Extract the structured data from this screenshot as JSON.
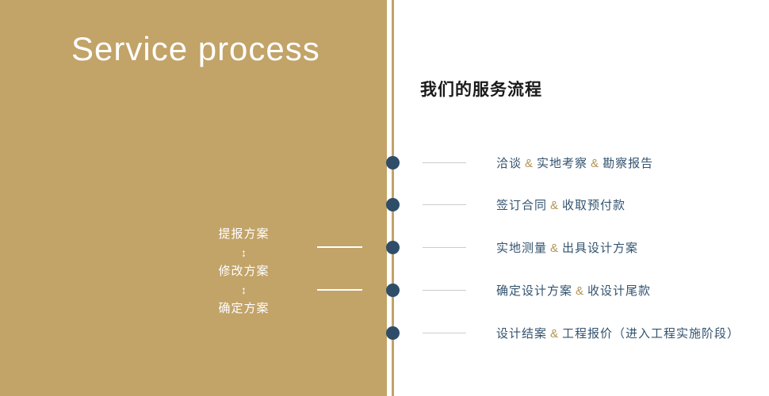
{
  "title": "Service process",
  "left_flow": {
    "items": [
      "提报方案",
      "修改方案",
      "确定方案"
    ],
    "arrow": "↕"
  },
  "right": {
    "heading": "我们的服务流程",
    "steps": [
      "洽谈 & 实地考察 & 勘察报告",
      "签订合同 & 收取预付款",
      "实地测量 & 出具设计方案",
      "确定设计方案 & 收设计尾款",
      "设计结案 & 工程报价（进入工程实施阶段）"
    ]
  },
  "colors": {
    "tan": "#c2a368",
    "navy": "#33536f",
    "dot": "#2e4d68",
    "ampersand": "#b09354",
    "heading": "#1a1a1a",
    "dash_line": "#cccccc"
  }
}
